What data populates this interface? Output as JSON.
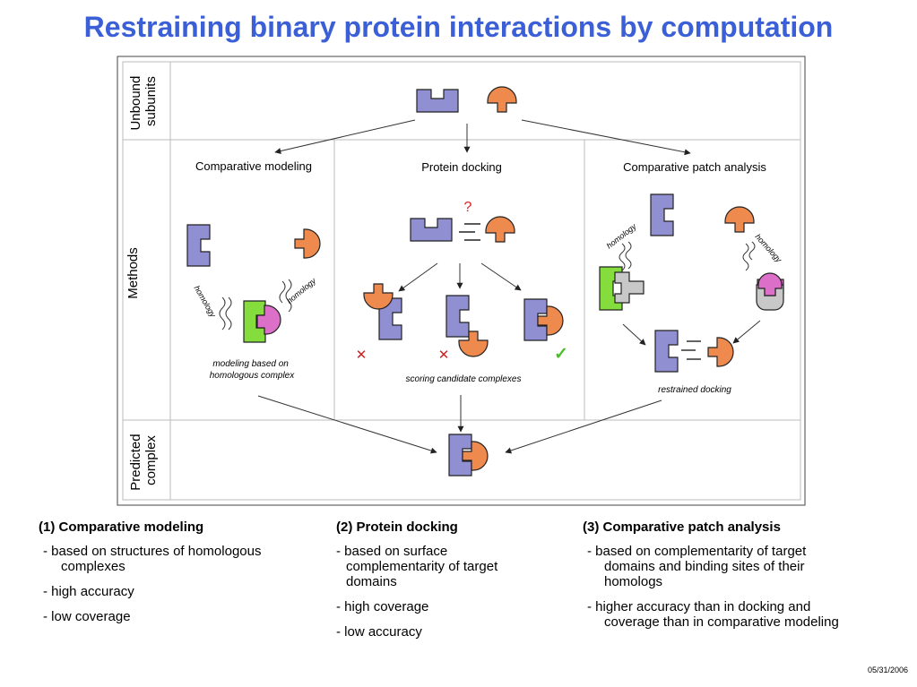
{
  "title": "Restraining binary protein interactions by computation",
  "rows": {
    "unbound": [
      "Unbound",
      "subunits"
    ],
    "methods": "Methods",
    "predicted": [
      "Predicted",
      "complex"
    ]
  },
  "methods": {
    "comparative_modeling": {
      "heading": "Comparative modeling",
      "caption": [
        "modeling based on",
        "homologous complex"
      ]
    },
    "protein_docking": {
      "heading": "Protein docking",
      "caption": "scoring candidate complexes",
      "question": "?"
    },
    "patch_analysis": {
      "heading": "Comparative patch analysis",
      "caption": "restrained docking"
    }
  },
  "homology_label": "homology",
  "glyphs": {
    "cross": "✕",
    "check": "✓"
  },
  "colors": {
    "title": "#3b5fd6",
    "purple": "#8f8fd1",
    "orange": "#ef8a4e",
    "green": "#84dd3c",
    "pink": "#dc6fc8",
    "gray": "#c8c8c8",
    "cross": "#cc2222",
    "check": "#4dbd29"
  },
  "summary": [
    {
      "heading": "(1) Comparative modeling",
      "items": [
        [
          "- based on structures of  homologous",
          "complexes"
        ],
        [
          "- high accuracy"
        ],
        [
          "- low coverage"
        ]
      ]
    },
    {
      "heading": "(2) Protein docking",
      "items": [
        [
          "- based on surface",
          "complementarity of target",
          "domains"
        ],
        [
          "- high coverage"
        ],
        [
          "- low accuracy"
        ]
      ]
    },
    {
      "heading": "(3) Comparative patch analysis",
      "items": [
        [
          "- based on complementarity of target",
          "domains and binding sites of their",
          "homologs"
        ],
        [
          "- higher accuracy than in docking and",
          "coverage than in comparative modeling"
        ]
      ]
    }
  ],
  "date": "05/31/2006"
}
